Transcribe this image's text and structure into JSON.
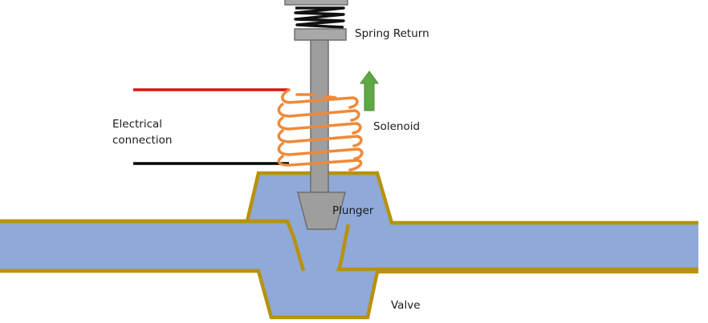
{
  "labels": {
    "spring_return": "Spring Return",
    "electrical_connection_line1": "Electrical",
    "electrical_connection_line2": "connection",
    "solenoid": "Solenoid",
    "plunger": "Plunger",
    "valve": "Valve"
  },
  "colors": {
    "fluid": "#8fa9d8",
    "pipe_wall": "#b8920f",
    "stem": "#9e9e9e",
    "stem_outline": "#6e6e6e",
    "coil": "#ee8a3a",
    "wire_positive": "#e01010",
    "wire_negative": "#000000",
    "arrow": "#5fa845",
    "spring": "#111111"
  }
}
